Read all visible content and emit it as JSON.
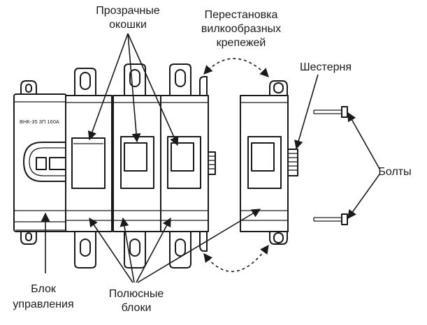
{
  "labels": {
    "windows_1": "Прозрачные",
    "windows_2": "окошки",
    "rearrange_1": "Перестановка",
    "rearrange_2": "вилкообразных",
    "rearrange_3": "крепежей",
    "gear": "Шестерня",
    "bolts": "Болты",
    "control_1": "Блок",
    "control_2": "управления",
    "poles_1": "Полюсные",
    "poles_2": "блоки"
  },
  "nameplate": "ВНК-35 3П 160А"
}
